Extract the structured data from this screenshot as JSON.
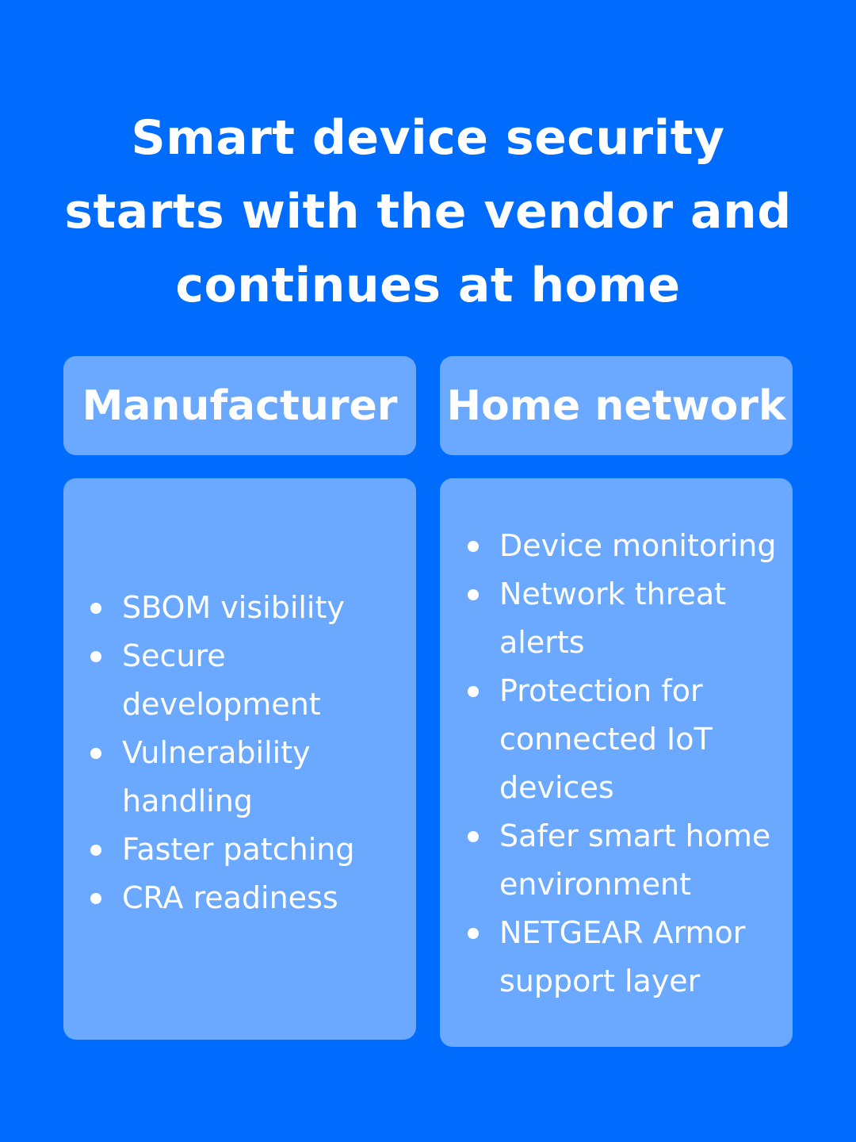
{
  "title": {
    "lines": [
      "Smart device security",
      "starts with the vendor and",
      "continues at home"
    ]
  },
  "colors": {
    "background": "#006cfd",
    "card": "#6aa9ff",
    "text": "#ffffff"
  },
  "columns": [
    {
      "header": "Manufacturer",
      "items": [
        [
          "SBOM visibility"
        ],
        [
          "Secure",
          "development"
        ],
        [
          "Vulnerability",
          "handling"
        ],
        [
          "Faster patching"
        ],
        [
          "CRA readiness"
        ]
      ]
    },
    {
      "header": "Home network",
      "items": [
        [
          "Device monitoring"
        ],
        [
          "Network threat",
          "alerts"
        ],
        [
          "Protection for",
          "connected IoT",
          "devices"
        ],
        [
          "Safer smart home",
          "environment"
        ],
        [
          "NETGEAR Armor",
          "support layer"
        ]
      ]
    }
  ]
}
